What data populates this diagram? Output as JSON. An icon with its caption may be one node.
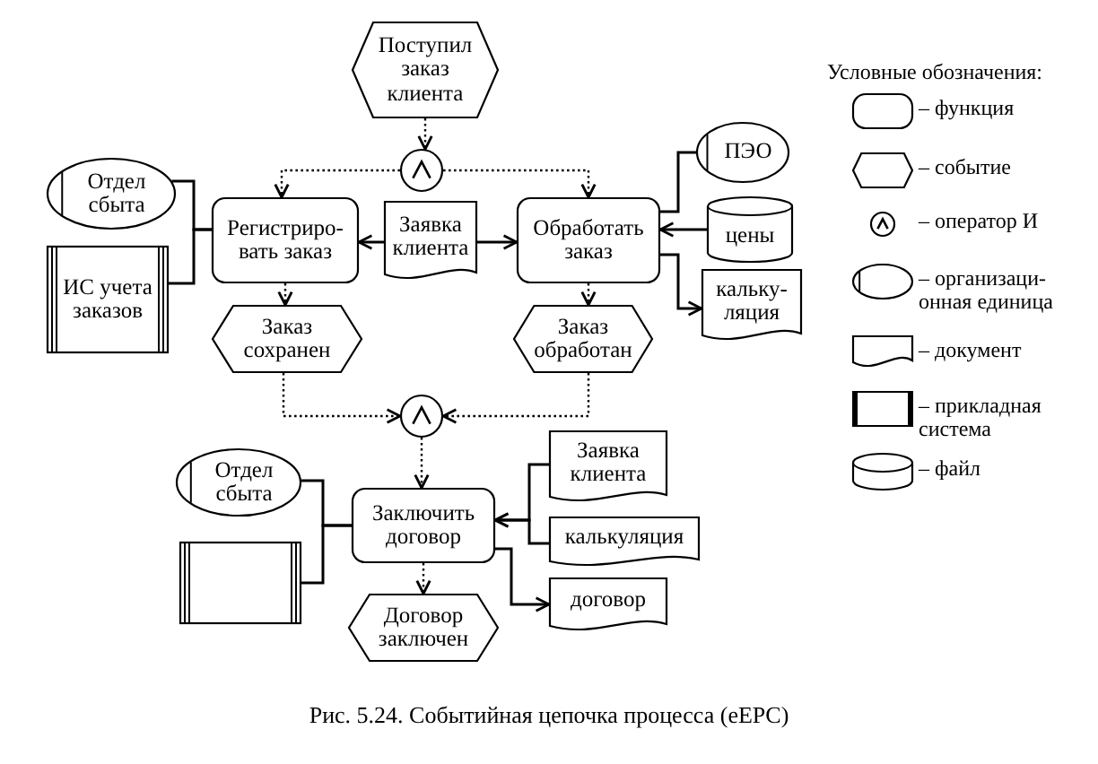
{
  "diagram": {
    "caption": "Рис. 5.24. Событийная цепочка процесса (eEPC)",
    "nodes": [
      {
        "text": [
          "Поступил заказ клиента"
        ]
      },
      {
        "text": [],
        "shape": "circle"
      },
      {
        "text": [
          "Отдел сбыта"
        ]
      },
      {
        "text": [
          "ИС учета заказов"
        ]
      },
      {
        "text": [
          "Регистриро-вать заказ"
        ]
      },
      {
        "text": [
          "Заявка клиента"
        ]
      },
      {
        "text": [
          "Обработать заказ"
        ]
      },
      {
        "text": [
          "ПЭО"
        ]
      },
      {
        "text": [
          "цены"
        ]
      },
      {
        "text": [
          "кальку-ляция"
        ]
      },
      {
        "text": [
          "Заказ сохранен"
        ]
      },
      {
        "text": [
          "Заказ обработан"
        ]
      },
      {
        "text": [],
        "shape": "circle"
      },
      {
        "text": [
          "Отдел сбыта"
        ]
      },
      {
        "text": [],
        "shape": "box"
      },
      {
        "text": [
          "Заключить договор"
        ]
      },
      {
        "text": [
          "Заявка клиента"
        ]
      },
      {
        "text": [
          "калькуляция"
        ]
      },
      {
        "text": [
          "договор"
        ]
      },
      {
        "text": [
          "Договор заключен"
        ]
      }
    ],
    "edges": [
      {
        "from": 0,
        "to": 1,
        "arrow": "to",
        "style": "dashed"
      },
      {
        "from": 1,
        "to": 4,
        "arrow": "to",
        "style": "dashed"
      },
      {
        "from": 1,
        "to": 6,
        "arrow": "to",
        "style": "dashed"
      },
      {
        "from": 2,
        "to": 4,
        "arrow": "none"
      },
      {
        "from": 3,
        "to": 4,
        "arrow": "none"
      },
      {
        "from": 5,
        "to": 4,
        "arrow": "to"
      },
      {
        "from": 5,
        "to": 6,
        "arrow": "to"
      },
      {
        "from": 7,
        "to": 6,
        "arrow": "none"
      },
      {
        "from": 8,
        "to": 6,
        "arrow": "to"
      },
      {
        "from": 6,
        "to": 9,
        "arrow": "to"
      },
      {
        "from": 4,
        "to": 10,
        "arrow": "to",
        "style": "dashed"
      },
      {
        "from": 6,
        "to": 11,
        "arrow": "to",
        "style": "dashed"
      },
      {
        "from": 10,
        "to": 12,
        "arrow": "to",
        "style": "dashed"
      },
      {
        "from": 11,
        "to": 12,
        "arrow": "to",
        "style": "dashed"
      },
      {
        "from": 12,
        "to": 15,
        "arrow": "to",
        "style": "dashed"
      },
      {
        "from": 13,
        "to": 15,
        "arrow": "none"
      },
      {
        "from": 14,
        "to": 15,
        "arrow": "none"
      },
      {
        "from": 16,
        "to": 15,
        "arrow": "to"
      },
      {
        "from": 17,
        "to": 15,
        "arrow": "to"
      },
      {
        "from": 15,
        "to": 18,
        "arrow": "to"
      },
      {
        "from": 15,
        "to": 19,
        "arrow": "to",
        "style": "dashed"
      }
    ],
    "labels": [
      "Условные обозначения:"
    ],
    "legend": [
      {
        "text": "– функция"
      },
      {
        "text": "– событие"
      },
      {
        "text": "– оператор И"
      },
      {
        "text": "– организаци-онная единица"
      },
      {
        "text": "– документ"
      },
      {
        "text": "– прикладная система"
      },
      {
        "text": "– файл"
      }
    ]
  }
}
